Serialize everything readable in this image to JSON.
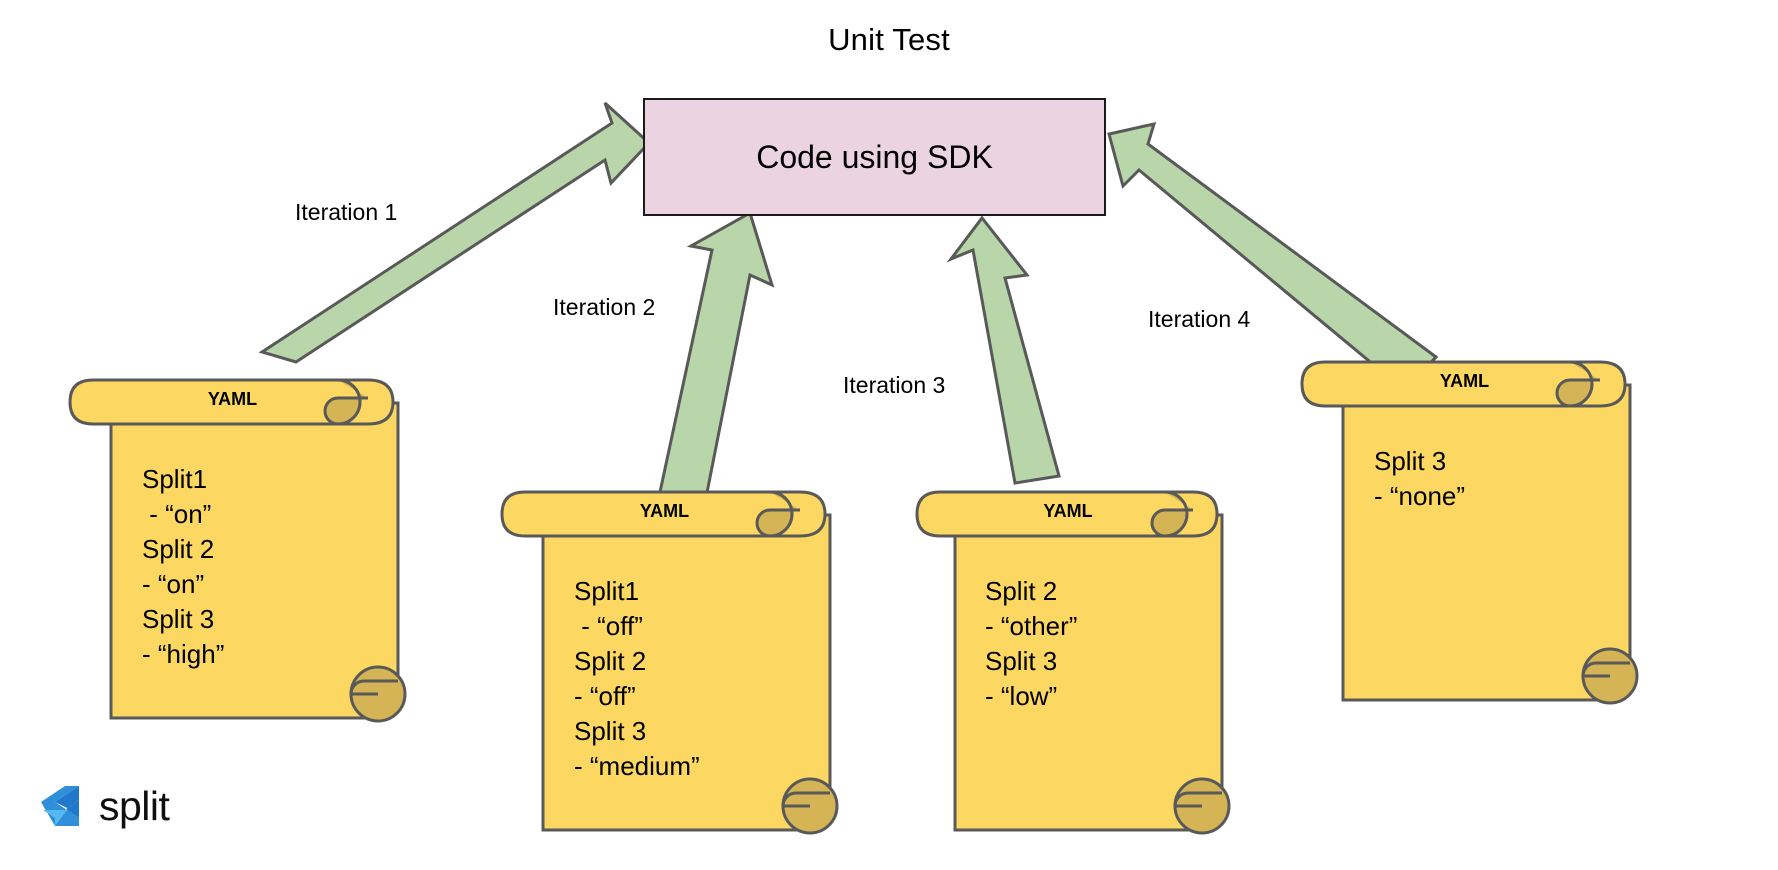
{
  "diagram": {
    "title": "Unit Test",
    "center_node": {
      "label": "Code using SDK",
      "fill": "#ebd3e1",
      "stroke": "#1b1b1b"
    },
    "arrow_style": {
      "fill": "#b9d6ab",
      "stroke": "#595959"
    },
    "scroll_style": {
      "fill": "#fcd862",
      "stroke": "#595959",
      "curl_fill": "#d4b455"
    },
    "edges": [
      {
        "label": "Iteration 1",
        "from": "yaml-1",
        "to": "code-using-sdk"
      },
      {
        "label": "Iteration 2",
        "from": "yaml-2",
        "to": "code-using-sdk"
      },
      {
        "label": "Iteration 3",
        "from": "yaml-3",
        "to": "code-using-sdk"
      },
      {
        "label": "Iteration 4",
        "from": "yaml-4",
        "to": "code-using-sdk"
      }
    ],
    "scrolls": [
      {
        "id": "yaml-1",
        "title": "YAML",
        "content": "Split1\n - “on”\nSplit 2\n- “on”\nSplit 3\n- “high”"
      },
      {
        "id": "yaml-2",
        "title": "YAML",
        "content": "Split1\n - “off”\nSplit 2\n- “off”\nSplit 3\n- “medium”"
      },
      {
        "id": "yaml-3",
        "title": "YAML",
        "content": "Split 2\n- “other”\nSplit 3\n- “low”"
      },
      {
        "id": "yaml-4",
        "title": "YAML",
        "content": "Split 3\n- “none”"
      }
    ]
  },
  "branding": {
    "wordmark": "split",
    "mark_colors": {
      "dark": "#2f8fd8",
      "mid": "#1f78c8",
      "light": "#55b8f0"
    }
  }
}
